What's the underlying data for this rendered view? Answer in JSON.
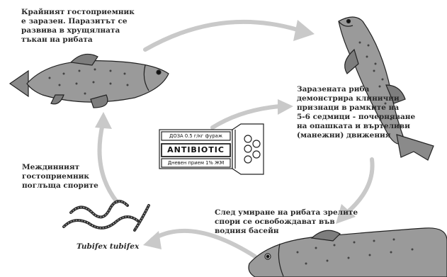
{
  "colors": {
    "arrow": "#c9c9c9",
    "ink": "#2a2a2a",
    "background": "#ffffff"
  },
  "captions": {
    "definitive_host": [
      "Крайният гостоприемник",
      "е заразен. Паразитът се",
      "развива в хрущялната",
      "тъкан на рибата"
    ],
    "clinical_signs": [
      "Заразената риба",
      "демонстрира клинични",
      "признаци в рамките на",
      "5-6 седмици - почерняване",
      "на опашката и въртеливи",
      "(манежни) движения"
    ],
    "spore_release": [
      "След умиране на рибата зрелите",
      "спори се освобождават във",
      "водния басейн"
    ],
    "intermediate_host": [
      "Междинният",
      "гостоприемник",
      "поглъща спорите"
    ]
  },
  "worm_label": "Tubifex tubifex",
  "medicine_box": {
    "dose_label": "ДОЗА 0.5 г/кг фураж",
    "name": "ANTIBIOTIC",
    "daily_label": "Дневен прием 1% ЖМ"
  },
  "icons": [
    "fish-left-icon",
    "fish-jumping-icon",
    "fish-dead-icon",
    "tubifex-worm-icon",
    "pill-blister-icon"
  ]
}
